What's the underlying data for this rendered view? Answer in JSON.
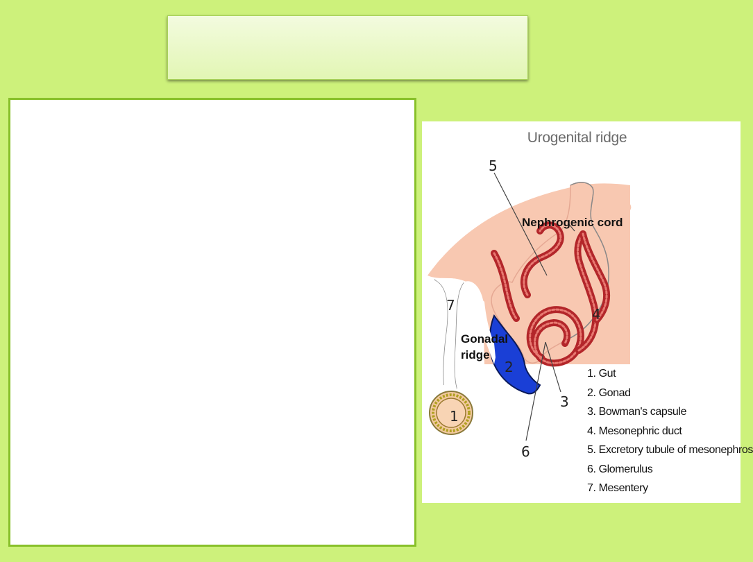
{
  "slide": {
    "figure": {
      "title": "Urogenital ridge",
      "labels": {
        "nephrogenic_cord": "Nephrogenic cord",
        "gonadal": "Gonadal",
        "ridge": "ridge",
        "n1": "1",
        "n2": "2",
        "n3": "3",
        "n4": "4",
        "n5": "5",
        "n6": "6",
        "n7": "7"
      },
      "legend": [
        "1. Gut",
        "2. Gonad",
        "3. Bowman's capsule",
        "4. Mesonephric duct",
        "5. Excretory tubule of mesonephros",
        "6. Glomerulus",
        "7. Mesentery"
      ]
    }
  }
}
